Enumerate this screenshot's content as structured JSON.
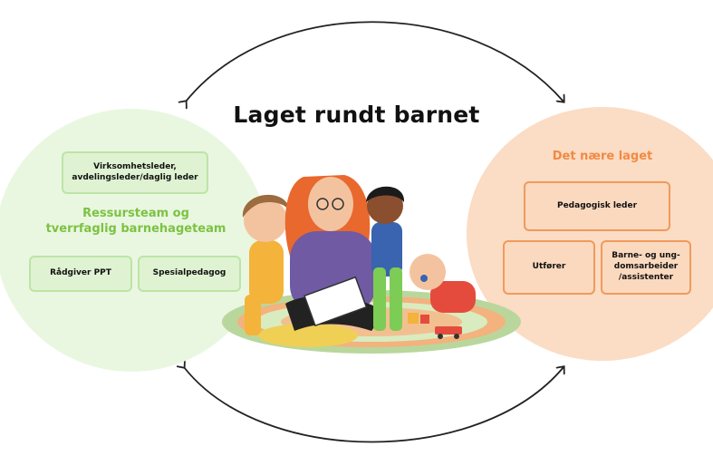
{
  "title": "Laget rundt barnet",
  "colors": {
    "green_circle": "#e9f7e1",
    "green_text": "#7cc242",
    "orange_circle": "#fbdcc4",
    "orange_text": "#f08a44",
    "orange_border": "#f09a5c"
  },
  "left_group": {
    "leader_box": "Virksomhetsleder, avdelingsleder/daglig leder",
    "heading_line1": "Ressursteam og",
    "heading_line2": "tverrfaglig barnehageteam",
    "box1": "Rådgiver PPT",
    "box2": "Spesialpedagog"
  },
  "right_group": {
    "heading": "Det nære laget",
    "box1": "Pedagogisk leder",
    "box2": "Utfører",
    "box3": "Barne- og ung- domsarbeider /assistenter"
  }
}
